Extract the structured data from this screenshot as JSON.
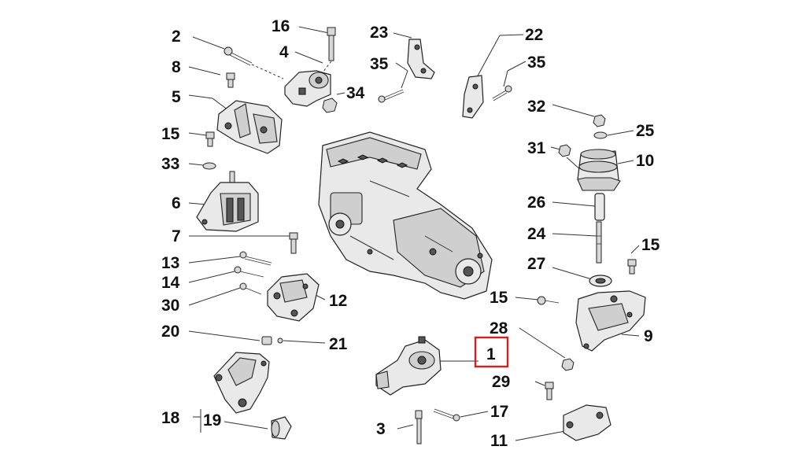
{
  "labels": {
    "l2": "2",
    "l16": "16",
    "l4": "4",
    "l23": "23",
    "l22": "22",
    "l35a": "35",
    "l35b": "35",
    "l34": "34",
    "l8": "8",
    "l5": "5",
    "l32": "32",
    "l25": "25",
    "l15a": "15",
    "l31": "31",
    "l10": "10",
    "l33": "33",
    "l6": "6",
    "l26": "26",
    "l7": "7",
    "l24": "24",
    "l15b": "15",
    "l13": "13",
    "l27": "27",
    "l14": "14",
    "l12": "12",
    "l30": "30",
    "l15c": "15",
    "l20": "20",
    "l28": "28",
    "l9": "9",
    "l21": "21",
    "l1": "1",
    "l29": "29",
    "l18": "18",
    "l19": "19",
    "l17": "17",
    "l3": "3",
    "l11": "11"
  },
  "highlight": {
    "part": "1",
    "color": "#d21f1f"
  },
  "colors": {
    "line": "#222222",
    "fill": "#e9e9e9",
    "background": "#ffffff"
  }
}
